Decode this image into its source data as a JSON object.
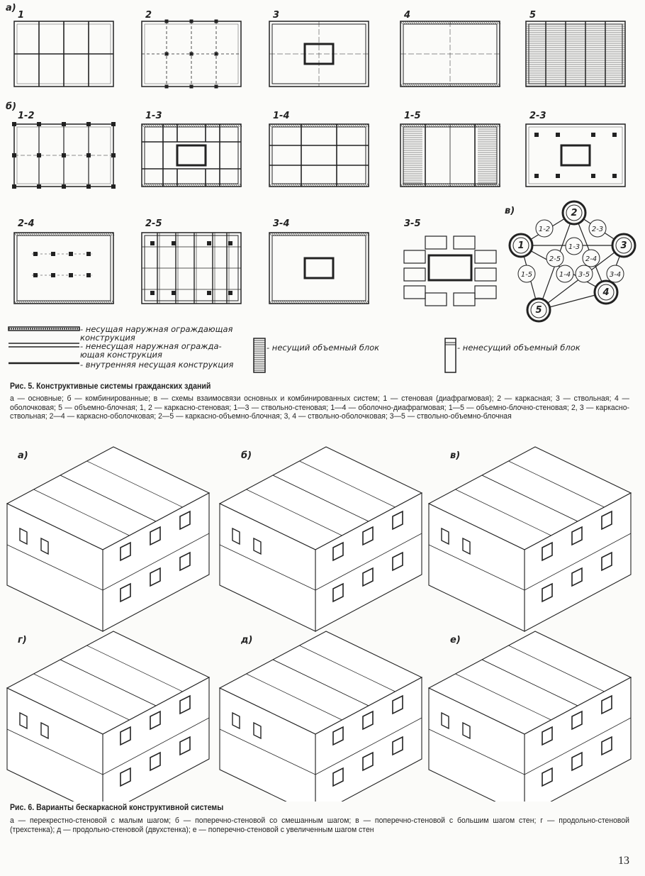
{
  "fig5": {
    "row_labels": {
      "a": "а)",
      "b": "б)",
      "v": "в)"
    },
    "plans": [
      {
        "label": "1",
        "type": "grid"
      },
      {
        "label": "2",
        "type": "frame"
      },
      {
        "label": "3",
        "type": "core"
      },
      {
        "label": "4",
        "type": "shell"
      },
      {
        "label": "5",
        "type": "blocks"
      },
      {
        "label": "1-2",
        "type": "wall-frame"
      },
      {
        "label": "1-3",
        "type": "core-wall"
      },
      {
        "label": "1-4",
        "type": "shell-wall"
      },
      {
        "label": "1-5",
        "type": "block-wall"
      },
      {
        "label": "2-3",
        "type": "frame-core"
      },
      {
        "label": "2-4",
        "type": "frame-shell"
      },
      {
        "label": "2-5",
        "type": "frame-block"
      },
      {
        "label": "3-4",
        "type": "core-shell"
      },
      {
        "label": "3-5",
        "type": "core-block"
      }
    ],
    "diagram_nodes": [
      "1",
      "2",
      "3",
      "4",
      "5",
      "1-2",
      "2-3",
      "1-3",
      "2-5",
      "2-4",
      "1-5",
      "1-4",
      "3-5",
      "3-4"
    ],
    "legend": [
      {
        "text": "- несущая наружная ограждающая конструкция"
      },
      {
        "text": "- ненесущая наружная огражда-ющая конструкция"
      },
      {
        "text": "- внутренняя несущая конструкция"
      },
      {
        "text": "- несущий объемный блок"
      },
      {
        "text": "- ненесущий объемный блок"
      }
    ],
    "caption_title": "Рис. 5. Конструктивные системы гражданских зданий",
    "caption_body": "а — основные; б — комбинированные; в — схемы взаимосвязи основных и комбинированных систем; 1 — стеновая (диафрагмовая); 2 — каркасная; 3 — ствольная; 4 — оболочковая; 5 — объемно-блочная; 1, 2 — каркасно-стеновая; 1—3 — ствольно-стеновая; 1—4 — оболочно-диафрагмовая; 1—5 — объемно-блочно-стеновая; 2, 3 — каркасно-ствольная; 2—4 — каркасно-оболочковая; 2—5 — каркасно-объемно-блочная; 3, 4 — ствольно-оболочковая; 3—5 — ствольно-объемно-блочная"
  },
  "fig6": {
    "variants": [
      {
        "label": "а)"
      },
      {
        "label": "б)"
      },
      {
        "label": "в)"
      },
      {
        "label": "г)"
      },
      {
        "label": "д)"
      },
      {
        "label": "е)"
      }
    ],
    "caption_title": "Рис. 6. Варианты бескаркасной конструктивной системы",
    "caption_body": "а — перекрестно-стеновой с малым шагом; б — поперечно-стеновой со смешанным шагом; в — поперечно-стеновой с большим шагом стен; г — продольно-стеновой (трехстенка); д — продольно-стеновой (двухстенка); е — поперечно-стеновой с увеличенным шагом стен"
  },
  "page_number": "13"
}
